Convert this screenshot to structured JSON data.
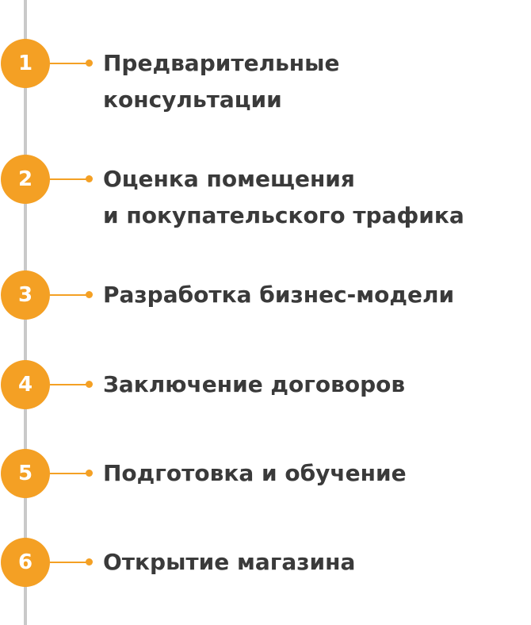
{
  "accent_color": "#f4a024",
  "line_color": "#c9c9c9",
  "text_color": "#3a3a3a",
  "steps": [
    {
      "number": "1",
      "lines": [
        "Предварительные",
        "консультации"
      ]
    },
    {
      "number": "2",
      "lines": [
        "Оценка помещения",
        "и покупательского трафика"
      ]
    },
    {
      "number": "3",
      "lines": [
        "Разработка бизнес-модели"
      ]
    },
    {
      "number": "4",
      "lines": [
        "Заключение договоров"
      ]
    },
    {
      "number": "5",
      "lines": [
        "Подготовка и обучение"
      ]
    },
    {
      "number": "6",
      "lines": [
        "Открытие магазина"
      ]
    }
  ]
}
